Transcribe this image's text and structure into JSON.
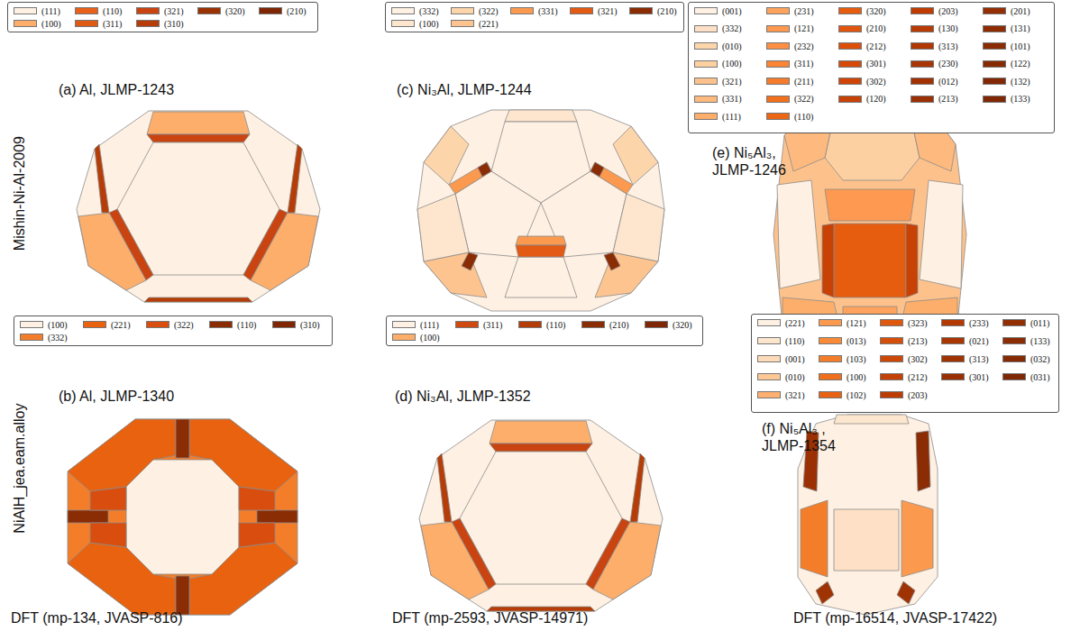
{
  "diagram": {
    "labels": [
      "(a) Al, JLMP-1243",
      "(c) Ni₃Al, JLMP-1244",
      "(e) Ni₅Al₃, JLMP-1246",
      "Mishin-Ni-Al-2009",
      "(b) Al, JLMP-1340",
      "(d) Ni₃Al, JLMP-1352",
      "(f) Ni₅Al₃ , JLMP-1354",
      "NiAlH_jea.eam.alloy",
      "DFT (mp-134, JVASP-816)",
      "DFT (mp-2593, JVASP-14971)",
      "DFT (mp-16514, JVASP-17422)"
    ],
    "legend": [
      {
        "text": "(111)",
        "color": "#fef0e2"
      },
      {
        "text": "(100)",
        "color": "#fdae6b"
      },
      {
        "text": "(110)",
        "color": "#e8601a"
      },
      {
        "text": "(311)",
        "color": "#df5a12"
      },
      {
        "text": "(321)",
        "color": "#c94410"
      },
      {
        "text": "(310)",
        "color": "#b63d07"
      },
      {
        "text": "(320)",
        "color": "#9a3204"
      },
      {
        "text": "(210)",
        "color": "#7f2704"
      },
      {
        "text": "(332)",
        "color": "#fef0e2"
      },
      {
        "text": "(100)",
        "color": "#fee6ce"
      },
      {
        "text": "(322)",
        "color": "#fdd5ab"
      },
      {
        "text": "(221)",
        "color": "#fdc48f"
      },
      {
        "text": "(331)",
        "color": "#fb9a4f"
      },
      {
        "text": "(321)",
        "color": "#e25a14"
      },
      {
        "text": "(210)",
        "color": "#8a2c04"
      },
      {
        "text": "(001)",
        "color": "#fef0e2"
      },
      {
        "text": "(332)",
        "color": "#fde0c5"
      },
      {
        "text": "(010)",
        "color": "#fdd5ab"
      },
      {
        "text": "(100)",
        "color": "#fdd0a2"
      },
      {
        "text": "(321)",
        "color": "#fdc28c"
      },
      {
        "text": "(331)",
        "color": "#fdb97e"
      },
      {
        "text": "(111)",
        "color": "#fdae6b"
      },
      {
        "text": "(231)",
        "color": "#fda35d"
      },
      {
        "text": "(121)",
        "color": "#fd9950"
      },
      {
        "text": "(232)",
        "color": "#fd8f45"
      },
      {
        "text": "(311)",
        "color": "#fb8536"
      },
      {
        "text": "(211)",
        "color": "#f67c2b"
      },
      {
        "text": "(322)",
        "color": "#f2701d"
      },
      {
        "text": "(110)",
        "color": "#ec6614"
      },
      {
        "text": "(320)",
        "color": "#e65d10"
      },
      {
        "text": "(210)",
        "color": "#e1560e"
      },
      {
        "text": "(212)",
        "color": "#db4f0b"
      },
      {
        "text": "(301)",
        "color": "#d54a09"
      },
      {
        "text": "(302)",
        "color": "#cf4507"
      },
      {
        "text": "(120)",
        "color": "#c84105"
      },
      {
        "text": "(203)",
        "color": "#c03c04"
      },
      {
        "text": "(130)",
        "color": "#b83a04"
      },
      {
        "text": "(313)",
        "color": "#b13703"
      },
      {
        "text": "(230)",
        "color": "#a93503"
      },
      {
        "text": "(012)",
        "color": "#a23204"
      },
      {
        "text": "(213)",
        "color": "#9b3004"
      },
      {
        "text": "(201)",
        "color": "#942e04"
      },
      {
        "text": "(131)",
        "color": "#8e2d04"
      },
      {
        "text": "(101)",
        "color": "#8a2c04"
      },
      {
        "text": "(122)",
        "color": "#862a04"
      },
      {
        "text": "(132)",
        "color": "#822804"
      },
      {
        "text": "(133)",
        "color": "#7f2704"
      },
      {
        "text": "(100)",
        "color": "#fef0e2"
      },
      {
        "text": "(332)",
        "color": "#f47d2a"
      },
      {
        "text": "(221)",
        "color": "#e8620f"
      },
      {
        "text": "(322)",
        "color": "#d94e0e"
      },
      {
        "text": "(110)",
        "color": "#8a2c04"
      },
      {
        "text": "(310)",
        "color": "#7f2704"
      },
      {
        "text": "(111)",
        "color": "#fef0e2"
      },
      {
        "text": "(100)",
        "color": "#fdae6b"
      },
      {
        "text": "(311)",
        "color": "#cf4a10"
      },
      {
        "text": "(110)",
        "color": "#b33c07"
      },
      {
        "text": "(210)",
        "color": "#8a2c04"
      },
      {
        "text": "(320)",
        "color": "#7f2704"
      },
      {
        "text": "(221)",
        "color": "#fef0e2"
      },
      {
        "text": "(110)",
        "color": "#fde6ce"
      },
      {
        "text": "(001)",
        "color": "#fddbb8"
      },
      {
        "text": "(010)",
        "color": "#fdc895"
      },
      {
        "text": "(321)",
        "color": "#fdb070"
      },
      {
        "text": "(121)",
        "color": "#fb9a4f"
      },
      {
        "text": "(013)",
        "color": "#f88a3a"
      },
      {
        "text": "(103)",
        "color": "#f47d2a"
      },
      {
        "text": "(100)",
        "color": "#ef6f1c"
      },
      {
        "text": "(102)",
        "color": "#e76212"
      },
      {
        "text": "(323)",
        "color": "#de580e"
      },
      {
        "text": "(213)",
        "color": "#d64f0a"
      },
      {
        "text": "(302)",
        "color": "#cd4807"
      },
      {
        "text": "(212)",
        "color": "#c44105"
      },
      {
        "text": "(203)",
        "color": "#bb3d04"
      },
      {
        "text": "(233)",
        "color": "#b23903"
      },
      {
        "text": "(021)",
        "color": "#a93603"
      },
      {
        "text": "(313)",
        "color": "#a03304"
      },
      {
        "text": "(301)",
        "color": "#983004"
      },
      {
        "text": "(011)",
        "color": "#912e04"
      },
      {
        "text": "(133)",
        "color": "#8b2c04"
      },
      {
        "text": "(032)",
        "color": "#852a04"
      },
      {
        "text": "(031)",
        "color": "#7f2704"
      }
    ]
  }
}
